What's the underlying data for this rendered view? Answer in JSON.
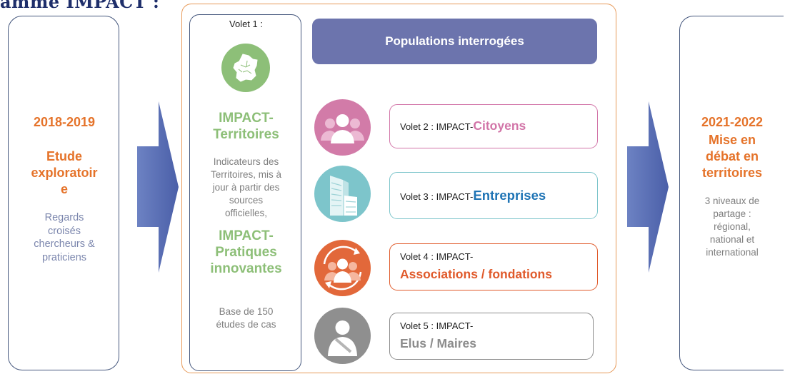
{
  "header": {
    "partial_title": "amme IMPACT :"
  },
  "left_box": {
    "years": "2018-2019",
    "title_line1": "Etude",
    "title_line2": "exploratoir",
    "title_line3": "e",
    "desc_line1": "Regards",
    "desc_line2": "croisés",
    "desc_line3": "chercheurs &",
    "desc_line4": "praticiens"
  },
  "volet1": {
    "label": "Volet 1 :",
    "territoires_line1": "IMPACT-",
    "territoires_line2": "Territoires",
    "desc_line1": "Indicateurs des",
    "desc_line2": "Territoires, mis à",
    "desc_line3": "jour  à partir des",
    "desc_line4": "sources",
    "desc_line5": "officielles,",
    "pratiques_line1": "IMPACT-",
    "pratiques_line2": "Pratiques",
    "pratiques_line3": "innovantes",
    "base_line1": "Base de 150",
    "base_line2": "études de cas"
  },
  "populations": {
    "title": "Populations interrogées"
  },
  "volets": [
    {
      "prefix": "Volet 2 : IMPACT-",
      "name": "Citoyens",
      "color": "#d275a8"
    },
    {
      "prefix": "Volet 3 : IMPACT-",
      "name": "Entreprises",
      "color": "#1f74b5"
    },
    {
      "prefix": "Volet 4 : IMPACT-",
      "name": "Associations / fondations",
      "color": "#e05a2b"
    },
    {
      "prefix": "Volet 5 : IMPACT-",
      "name": "Elus / Maires",
      "color": "#8c8c8c"
    }
  ],
  "right_box": {
    "years": "2021-2022",
    "title_line1": "Mise en",
    "title_line2": "débat en",
    "title_line3": "territoires",
    "desc_line1": "3 niveaux de",
    "desc_line2": "partage :",
    "desc_line3": "régional,",
    "desc_line4": "national et",
    "desc_line5": "international"
  },
  "colors": {
    "orange": "#e5732a",
    "green": "#8dbf78",
    "arrow_blue": "#5c74b9",
    "banner": "#6c74ad"
  },
  "icons": [
    "france-map-icon",
    "group-citizens-icon",
    "buildings-icon",
    "association-group-icon",
    "mayor-icon"
  ]
}
